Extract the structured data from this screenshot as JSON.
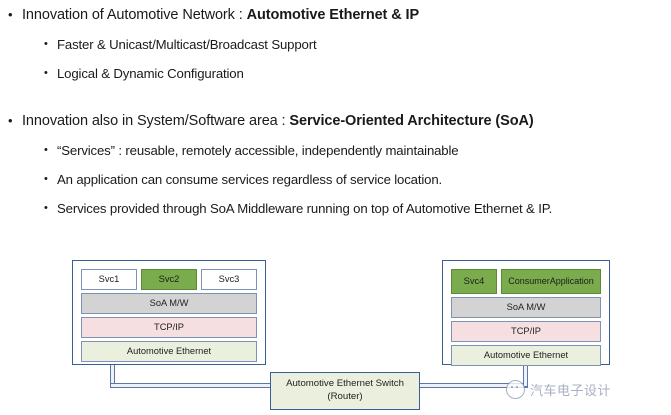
{
  "slide": {
    "bullets": [
      {
        "level": 1,
        "marker": "•",
        "prefix": "Innovation of Automotive Network : ",
        "bold": "Automotive Ethernet & IP"
      },
      {
        "level": 2,
        "marker": "•",
        "text": "Faster & Unicast/Multicast/Broadcast Support"
      },
      {
        "level": 2,
        "marker": "•",
        "text": "Logical & Dynamic Configuration"
      },
      {
        "level": 1,
        "marker": "•",
        "prefix": "Innovation also in System/Software area : ",
        "bold": "Service-Oriented Architecture (SoA)"
      },
      {
        "level": 2,
        "marker": "•",
        "text": "“Services” : reusable, remotely accessible, independently maintainable"
      },
      {
        "level": 2,
        "marker": "•",
        "text": "An application can consume services regardless of service location."
      },
      {
        "level": 2,
        "marker": "•",
        "text": "Services provided through SoA Middleware running on top of Automotive Ethernet & IP."
      }
    ]
  },
  "diagram": {
    "left_node": {
      "services": [
        {
          "label": "Svc1",
          "style": "white"
        },
        {
          "label": "Svc2",
          "style": "green"
        },
        {
          "label": "Svc3",
          "style": "white"
        }
      ],
      "layers": [
        {
          "label": "SoA M/W",
          "style": "gray"
        },
        {
          "label": "TCP/IP",
          "style": "pink"
        },
        {
          "label": "Automotive Ethernet",
          "style": "olive"
        }
      ]
    },
    "right_node": {
      "services": [
        {
          "label": "Svc4",
          "style": "green"
        }
      ],
      "consumer": {
        "line1": "Consumer",
        "line2": "Application",
        "style": "green"
      },
      "layers": [
        {
          "label": "SoA M/W",
          "style": "gray"
        },
        {
          "label": "TCP/IP",
          "style": "pink"
        },
        {
          "label": "Automotive Ethernet",
          "style": "olive"
        }
      ]
    },
    "switch": {
      "line1": "Automotive Ethernet Switch",
      "line2": "(Router)"
    }
  },
  "watermark": {
    "icon": "wechat-icon",
    "text": "汽车电子设计"
  },
  "colors": {
    "green": "#7aab4d",
    "gray": "#d3d3d3",
    "pink": "#f6dfe0",
    "olive": "#eaf0dd",
    "border_blue": "#3a5f96",
    "watermark": "#8f9bb0"
  }
}
